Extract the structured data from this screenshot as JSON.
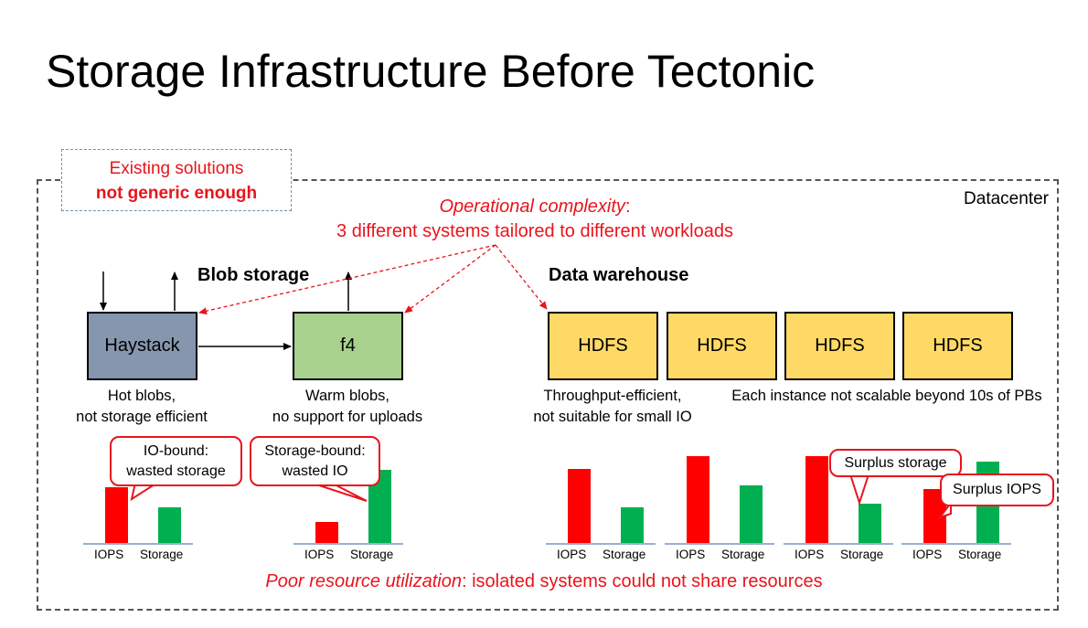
{
  "slide": {
    "title": "Storage Infrastructure Before Tectonic",
    "datacenter_label": "Datacenter",
    "existing_solutions": {
      "line1": "Existing solutions",
      "line2": "not generic enough"
    },
    "operational_complexity": {
      "emph": "Operational complexity",
      "suffix": ":",
      "line2": "3 different systems tailored to different workloads"
    },
    "poor_utilization": {
      "emph": "Poor resource utilization",
      "suffix": ": isolated systems could not share resources"
    }
  },
  "blob_storage": {
    "title": "Blob storage",
    "systems": [
      {
        "name": "Haystack",
        "desc1": "Hot blobs,",
        "desc2": "not storage efficient",
        "callout1": "IO-bound:",
        "callout2": "wasted storage"
      },
      {
        "name": "f4",
        "desc1": "Warm blobs,",
        "desc2": "no support for uploads",
        "callout1": "Storage-bound:",
        "callout2": "wasted IO"
      }
    ]
  },
  "data_warehouse": {
    "title": "Data warehouse",
    "systems": [
      {
        "name": "HDFS"
      },
      {
        "name": "HDFS"
      },
      {
        "name": "HDFS"
      },
      {
        "name": "HDFS"
      }
    ],
    "desc_left1": "Throughput-efficient,",
    "desc_left2": "not suitable for small IO",
    "desc_right": "Each instance not scalable beyond 10s of PBs",
    "callout_storage": "Surplus storage",
    "callout_iops": "Surplus IOPS"
  },
  "chart_data": [
    {
      "type": "bar",
      "categories": [
        "IOPS",
        "Storage"
      ],
      "values": [
        61,
        39
      ]
    },
    {
      "type": "bar",
      "categories": [
        "IOPS",
        "Storage"
      ],
      "values": [
        23,
        80
      ]
    },
    {
      "type": "bar",
      "categories": [
        "IOPS",
        "Storage"
      ],
      "values": [
        81,
        39
      ]
    },
    {
      "type": "bar",
      "categories": [
        "IOPS",
        "Storage"
      ],
      "values": [
        95,
        63
      ]
    },
    {
      "type": "bar",
      "categories": [
        "IOPS",
        "Storage"
      ],
      "values": [
        95,
        43
      ]
    },
    {
      "type": "bar",
      "categories": [
        "IOPS",
        "Storage"
      ],
      "values": [
        59,
        89
      ]
    }
  ],
  "colors": {
    "iops": "#ff0000",
    "storage": "#00b050",
    "haystack": "#8596ae",
    "f4": "#a8d18d",
    "hdfs": "#ffd966",
    "accent": "#e8141c"
  }
}
